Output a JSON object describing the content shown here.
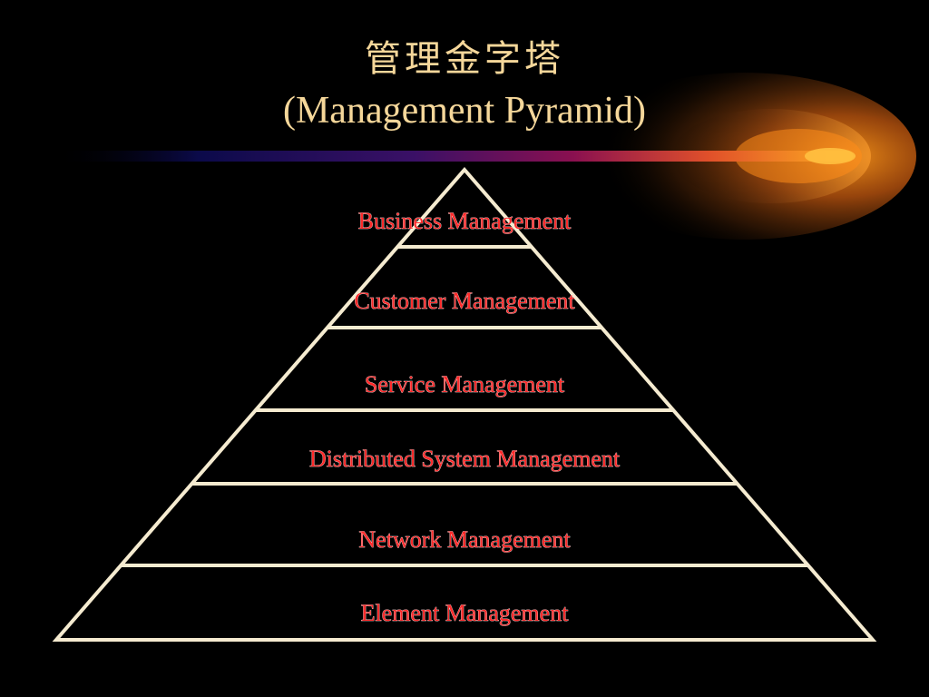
{
  "title": {
    "chinese": "管理金字塔",
    "english": "(Management Pyramid)"
  },
  "pyramid": {
    "tiers": [
      "Business Management",
      "Customer Management",
      "Service Management",
      "Distributed System Management",
      "Network Management",
      "Element Management"
    ],
    "line_color": "#F5EBD0",
    "label_color": "#FF2A2A"
  },
  "colors": {
    "background": "#000000",
    "title": "#F5D79A",
    "comet_core": "#FF8C00"
  }
}
